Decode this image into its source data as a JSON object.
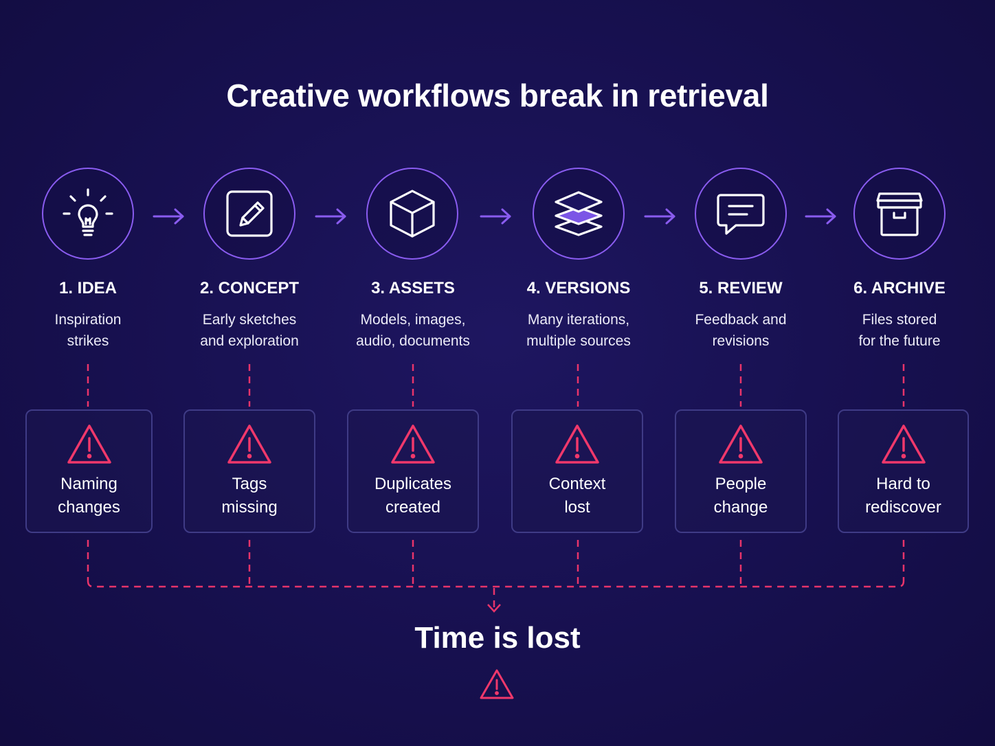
{
  "title": "Creative workflows break in retrieval",
  "colors": {
    "accent": "#8a5cf0",
    "warning": "#f0386b",
    "background": "#17104f"
  },
  "stages": [
    {
      "label": "1. IDEA",
      "desc_line1": "Inspiration",
      "desc_line2": "strikes",
      "icon": "lightbulb-icon",
      "problem_line1": "Naming",
      "problem_line2": "changes"
    },
    {
      "label": "2. CONCEPT",
      "desc_line1": "Early sketches",
      "desc_line2": "and exploration",
      "icon": "pencil-square-icon",
      "problem_line1": "Tags",
      "problem_line2": "missing"
    },
    {
      "label": "3. ASSETS",
      "desc_line1": "Models, images,",
      "desc_line2": "audio, documents",
      "icon": "cube-icon",
      "problem_line1": "Duplicates",
      "problem_line2": "created"
    },
    {
      "label": "4. VERSIONS",
      "desc_line1": "Many iterations,",
      "desc_line2": "multiple sources",
      "icon": "layers-icon",
      "problem_line1": "Context",
      "problem_line2": "lost"
    },
    {
      "label": "5. REVIEW",
      "desc_line1": "Feedback and",
      "desc_line2": "revisions",
      "icon": "chat-bubble-icon",
      "problem_line1": "People",
      "problem_line2": "change"
    },
    {
      "label": "6. ARCHIVE",
      "desc_line1": "Files stored",
      "desc_line2": "for the future",
      "icon": "archive-box-icon",
      "problem_line1": "Hard to",
      "problem_line2": "rediscover"
    }
  ],
  "result": "Time is lost"
}
